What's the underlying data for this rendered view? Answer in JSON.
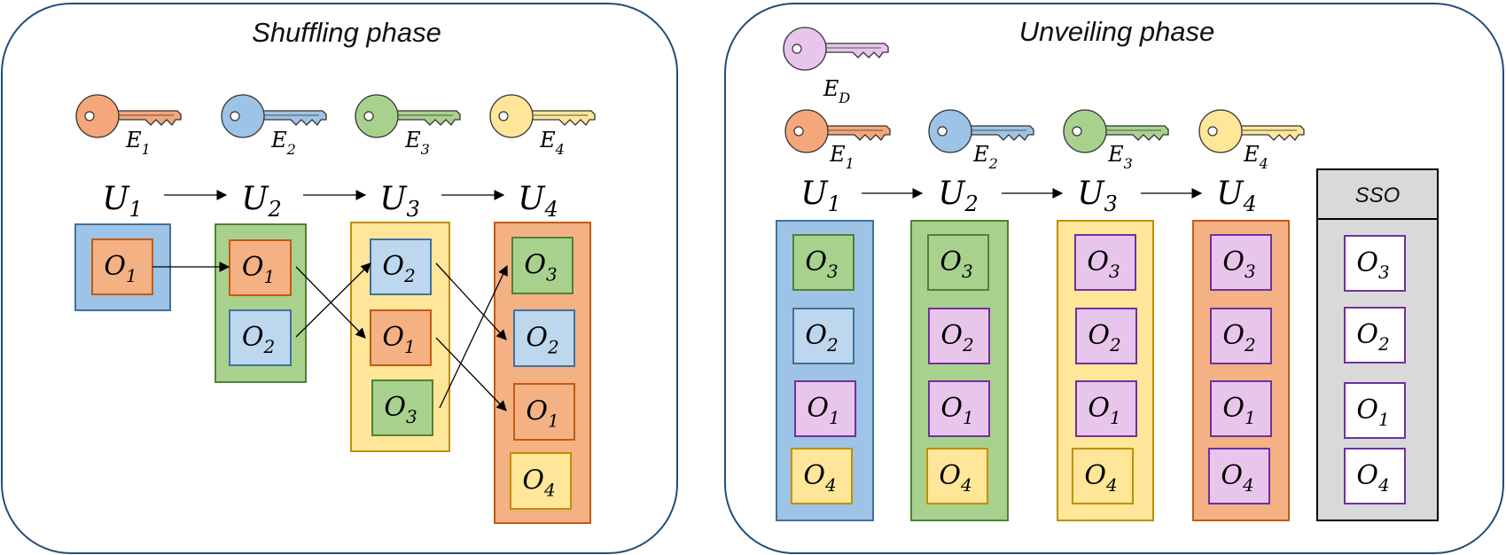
{
  "shuffling": {
    "title": "Shuffling phase",
    "keys": [
      {
        "base": "E",
        "sub": "1",
        "color": "#F4A77A",
        "icon": "key-icon"
      },
      {
        "base": "E",
        "sub": "2",
        "color": "#9DC3E6",
        "icon": "key-icon"
      },
      {
        "base": "E",
        "sub": "3",
        "color": "#A9D18E",
        "icon": "key-icon"
      },
      {
        "base": "E",
        "sub": "4",
        "color": "#FFE699",
        "icon": "key-icon"
      }
    ],
    "users": [
      {
        "base": "U",
        "sub": "1",
        "color": "#9DC3E6",
        "border": "#41719C",
        "objects": [
          {
            "base": "O",
            "sub": "1",
            "color": "#F4B183",
            "border": "#C55A11"
          }
        ]
      },
      {
        "base": "U",
        "sub": "2",
        "color": "#A9D18E",
        "border": "#538135",
        "objects": [
          {
            "base": "O",
            "sub": "1",
            "color": "#F4B183",
            "border": "#C55A11"
          },
          {
            "base": "O",
            "sub": "2",
            "color": "#BDD7EE",
            "border": "#41719C"
          }
        ]
      },
      {
        "base": "U",
        "sub": "3",
        "color": "#FFE699",
        "border": "#BF9000",
        "objects": [
          {
            "base": "O",
            "sub": "2",
            "color": "#BDD7EE",
            "border": "#41719C"
          },
          {
            "base": "O",
            "sub": "1",
            "color": "#F4B183",
            "border": "#C55A11"
          },
          {
            "base": "O",
            "sub": "3",
            "color": "#A9D18E",
            "border": "#538135"
          }
        ]
      },
      {
        "base": "U",
        "sub": "4",
        "color": "#F4B183",
        "border": "#C55A11",
        "objects": [
          {
            "base": "O",
            "sub": "3",
            "color": "#A9D18E",
            "border": "#538135"
          },
          {
            "base": "O",
            "sub": "2",
            "color": "#BDD7EE",
            "border": "#41719C"
          },
          {
            "base": "O",
            "sub": "1",
            "color": "#F4B183",
            "border": "#C55A11"
          },
          {
            "base": "O",
            "sub": "4",
            "color": "#FFE699",
            "border": "#BF9000"
          }
        ]
      }
    ]
  },
  "unveiling": {
    "title": "Unveiling phase",
    "extra_key": {
      "base": "E",
      "sub": "D",
      "color": "#E8C6EC",
      "icon": "key-icon"
    },
    "keys": [
      {
        "base": "E",
        "sub": "1",
        "color": "#F4A77A",
        "icon": "key-icon"
      },
      {
        "base": "E",
        "sub": "2",
        "color": "#9DC3E6",
        "icon": "key-icon"
      },
      {
        "base": "E",
        "sub": "3",
        "color": "#A9D18E",
        "icon": "key-icon"
      },
      {
        "base": "E",
        "sub": "4",
        "color": "#FFE699",
        "icon": "key-icon"
      }
    ],
    "users": [
      {
        "base": "U",
        "sub": "1",
        "color": "#9DC3E6",
        "border": "#41719C",
        "objects": [
          {
            "base": "O",
            "sub": "3",
            "color": "#A9D18E",
            "border": "#538135"
          },
          {
            "base": "O",
            "sub": "2",
            "color": "#BDD7EE",
            "border": "#41719C"
          },
          {
            "base": "O",
            "sub": "1",
            "color": "#E8C6EC",
            "border": "#7030A0"
          },
          {
            "base": "O",
            "sub": "4",
            "color": "#FFE699",
            "border": "#BF9000"
          }
        ]
      },
      {
        "base": "U",
        "sub": "2",
        "color": "#A9D18E",
        "border": "#538135",
        "objects": [
          {
            "base": "O",
            "sub": "3",
            "color": "#A9D18E",
            "border": "#538135"
          },
          {
            "base": "O",
            "sub": "2",
            "color": "#E8C6EC",
            "border": "#7030A0"
          },
          {
            "base": "O",
            "sub": "1",
            "color": "#E8C6EC",
            "border": "#7030A0"
          },
          {
            "base": "O",
            "sub": "4",
            "color": "#FFE699",
            "border": "#BF9000"
          }
        ]
      },
      {
        "base": "U",
        "sub": "3",
        "color": "#FFE699",
        "border": "#BF9000",
        "objects": [
          {
            "base": "O",
            "sub": "3",
            "color": "#E8C6EC",
            "border": "#7030A0"
          },
          {
            "base": "O",
            "sub": "2",
            "color": "#E8C6EC",
            "border": "#7030A0"
          },
          {
            "base": "O",
            "sub": "1",
            "color": "#E8C6EC",
            "border": "#7030A0"
          },
          {
            "base": "O",
            "sub": "4",
            "color": "#FFE699",
            "border": "#BF9000"
          }
        ]
      },
      {
        "base": "U",
        "sub": "4",
        "color": "#F4B183",
        "border": "#C55A11",
        "objects": [
          {
            "base": "O",
            "sub": "3",
            "color": "#E8C6EC",
            "border": "#7030A0"
          },
          {
            "base": "O",
            "sub": "2",
            "color": "#E8C6EC",
            "border": "#7030A0"
          },
          {
            "base": "O",
            "sub": "1",
            "color": "#E8C6EC",
            "border": "#7030A0"
          },
          {
            "base": "O",
            "sub": "4",
            "color": "#E8C6EC",
            "border": "#7030A0"
          }
        ]
      }
    ],
    "sso": {
      "label": "SSO",
      "color": "#D9D9D9",
      "objects": [
        {
          "base": "O",
          "sub": "3",
          "color": "#FFFFFF",
          "border": "#7030A0"
        },
        {
          "base": "O",
          "sub": "2",
          "color": "#FFFFFF",
          "border": "#7030A0"
        },
        {
          "base": "O",
          "sub": "1",
          "color": "#FFFFFF",
          "border": "#7030A0"
        },
        {
          "base": "O",
          "sub": "4",
          "color": "#FFFFFF",
          "border": "#7030A0"
        }
      ]
    }
  }
}
